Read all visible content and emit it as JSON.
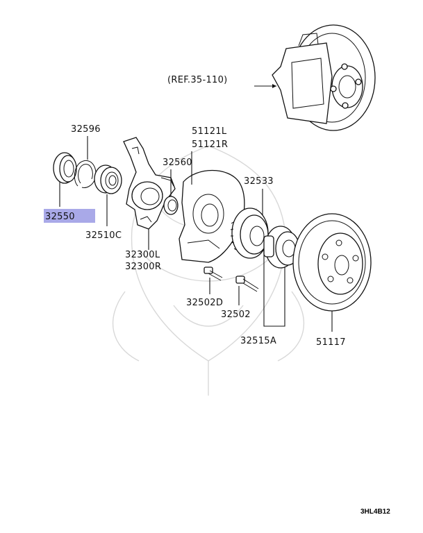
{
  "reference": "(REF.35-110)",
  "labels": {
    "p32596": "32596",
    "p32550": "32550",
    "p32510c": "32510C",
    "p51121l": "51121L",
    "p51121r": "51121R",
    "p32560": "32560",
    "p32533": "32533",
    "p32300l": "32300L",
    "p32300r": "32300R",
    "p32502d": "32502D",
    "p32502": "32502",
    "p32515a": "32515A",
    "p51117": "51117"
  },
  "highlighted_part": "32550",
  "highlight_color": "#a9a9e8",
  "diagram_code": "3HL4B12"
}
